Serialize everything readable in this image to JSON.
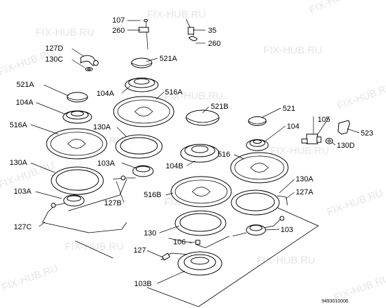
{
  "watermark": "FIX-HUB.RU",
  "catalog_number": "9493010006",
  "labels": {
    "l107": "107",
    "l260a": "260",
    "l35": "35",
    "l260b": "260",
    "l127d": "127D",
    "l130c": "130C",
    "l521a_top": "521A",
    "l521a_left": "521A",
    "l104a_mid": "104A",
    "l516a_mid": "516A",
    "l104a_left": "104A",
    "l516a_left": "516A",
    "l130a_mid": "130A",
    "l521b": "521B",
    "l521": "521",
    "l105": "105",
    "l523": "523",
    "l104": "104",
    "l130d": "130D",
    "l130a_left": "130A",
    "l103a_mid": "103A",
    "l104b": "104B",
    "l516": "516",
    "l103a_left": "103A",
    "l516b": "516B",
    "l127b": "127B",
    "l130a_right": "130A",
    "l127a": "127A",
    "l127c": "127C",
    "l130": "130",
    "l103": "103",
    "l106": "106",
    "l127": "127",
    "l103b": "103B"
  }
}
